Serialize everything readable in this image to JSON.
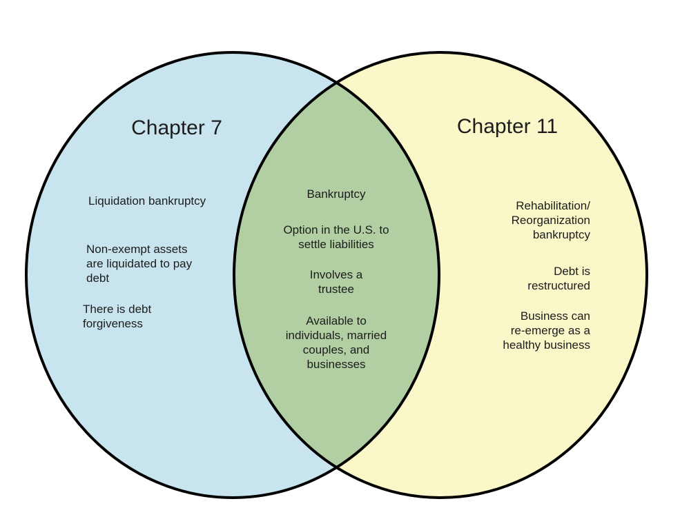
{
  "venn": {
    "type": "venn-diagram",
    "background": "#ffffff",
    "stroke_color": "#000000",
    "left": {
      "title": "Chapter 7",
      "fill": "#c8e4ee",
      "items": [
        "Liquidation bankruptcy",
        "Non-exempt assets\nare liquidated to pay\ndebt",
        "There is debt\nforgiveness"
      ]
    },
    "center": {
      "fill": "#b2cfa3",
      "items": [
        "Bankruptcy",
        "Option in the U.S. to\nsettle liabilities",
        "Involves a\ntrustee",
        "Available to\nindividuals, married\ncouples, and\nbusinesses"
      ]
    },
    "right": {
      "title": "Chapter 11",
      "fill": "#faf7c8",
      "items": [
        "Rehabilitation/\nReorganization\nbankruptcy",
        "Debt is\nrestructured",
        "Business can\nre-emerge as a\nhealthy business"
      ]
    }
  }
}
